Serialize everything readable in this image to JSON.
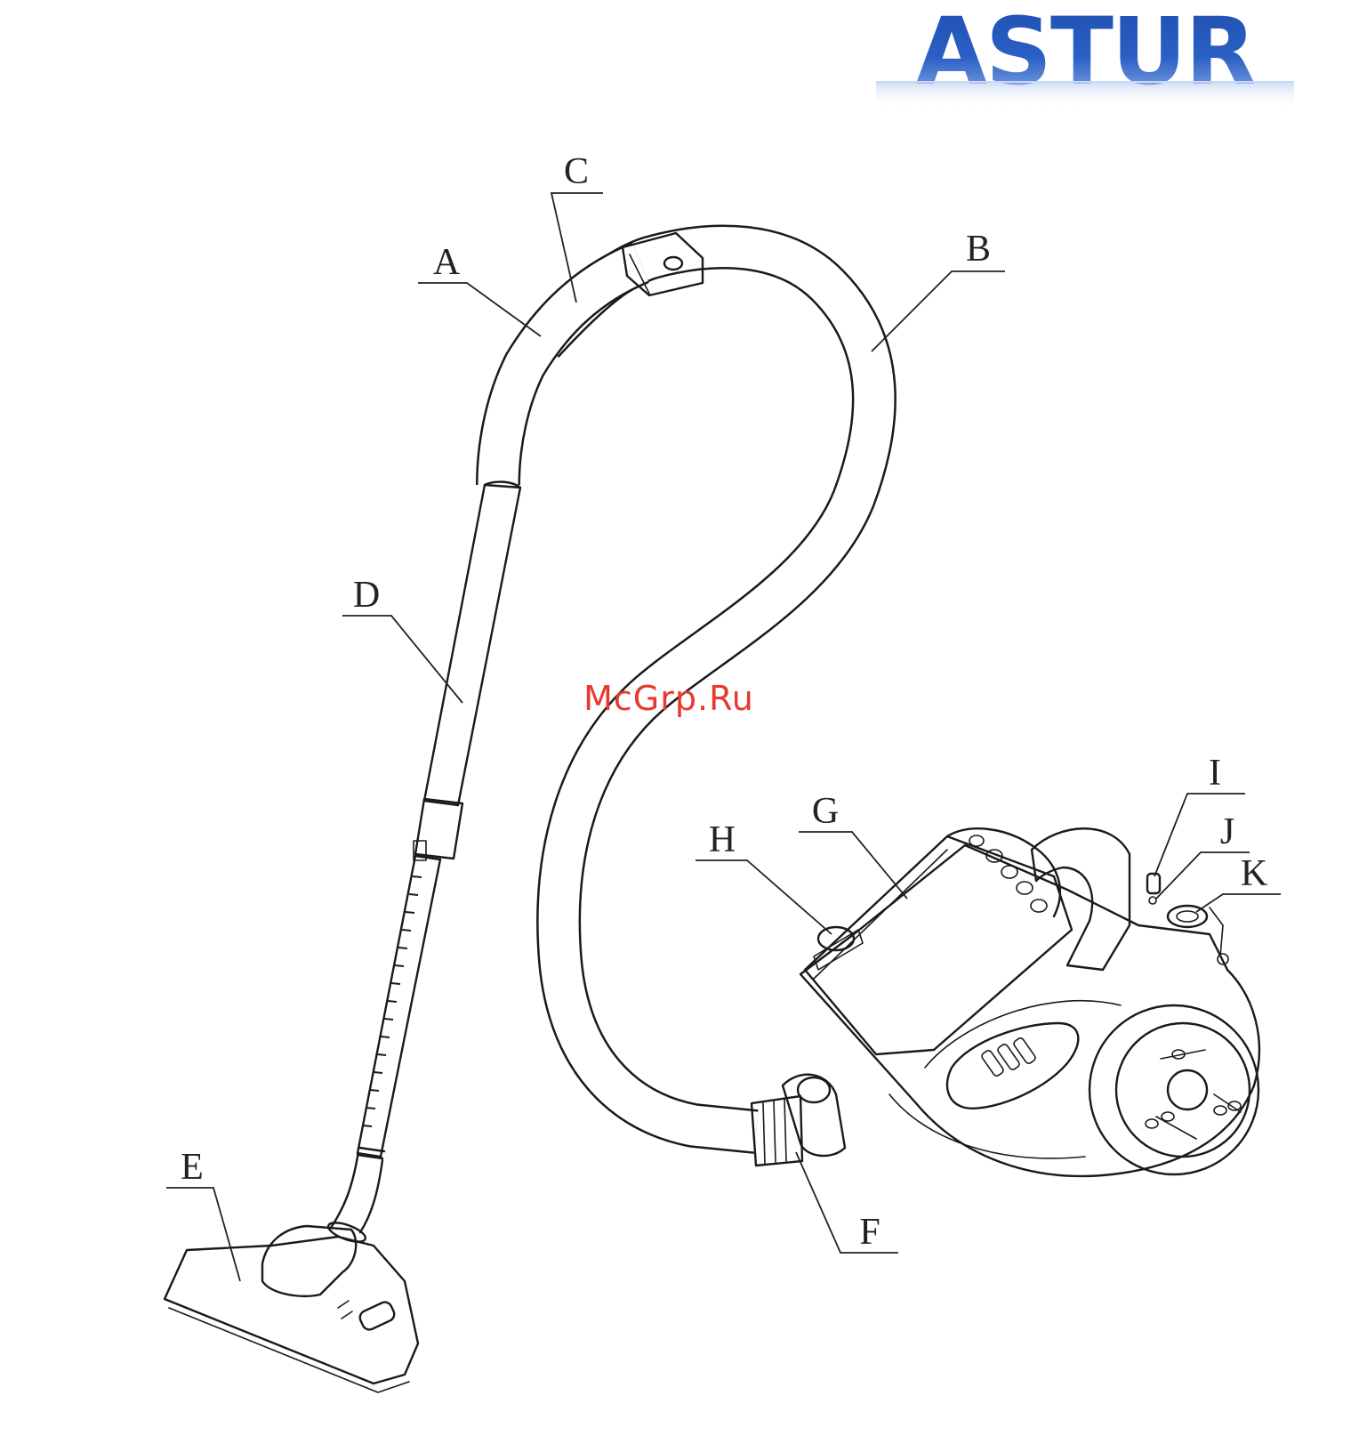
{
  "brand": {
    "logo_text": "ASTUR",
    "colors": {
      "primary": "#1f4fb0",
      "light": "#8fb0ea"
    }
  },
  "watermark": {
    "text": "McGrp.Ru",
    "color": "#e63a2e"
  },
  "callouts": [
    {
      "id": "A",
      "label": "A"
    },
    {
      "id": "B",
      "label": "B"
    },
    {
      "id": "C",
      "label": "C"
    },
    {
      "id": "D",
      "label": "D"
    },
    {
      "id": "E",
      "label": "E"
    },
    {
      "id": "F",
      "label": "F"
    },
    {
      "id": "G",
      "label": "G"
    },
    {
      "id": "H",
      "label": "H"
    },
    {
      "id": "I",
      "label": "I"
    },
    {
      "id": "J",
      "label": "J"
    },
    {
      "id": "K",
      "label": "K"
    }
  ]
}
